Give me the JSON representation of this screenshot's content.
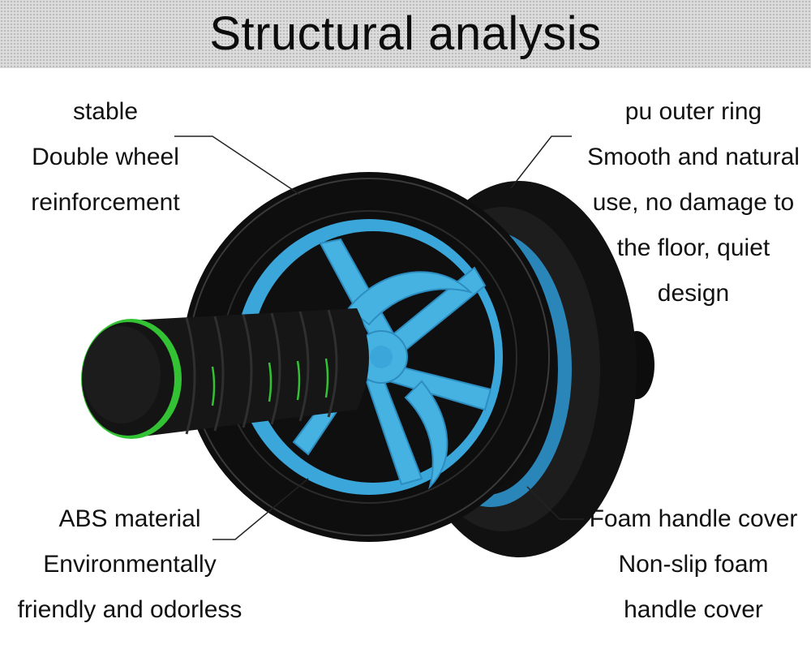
{
  "title": "Structural analysis",
  "callouts": {
    "top_left": [
      "stable",
      "Double wheel",
      "reinforcement"
    ],
    "top_right": [
      "pu outer ring",
      "Smooth and natural",
      "use, no damage to",
      "the floor, quiet",
      "design"
    ],
    "bottom_left": [
      "ABS material",
      "Environmentally",
      "friendly and odorless"
    ],
    "bottom_right": [
      "Foam handle cover",
      "Non-slip foam",
      "handle cover"
    ]
  },
  "colors": {
    "wheel_hub": "#3aa6d9",
    "tire": "#0e0e0e",
    "handle_foam": "#1a1a1a",
    "handle_accent": "#33c233",
    "title_band": "#dcdcdc"
  }
}
